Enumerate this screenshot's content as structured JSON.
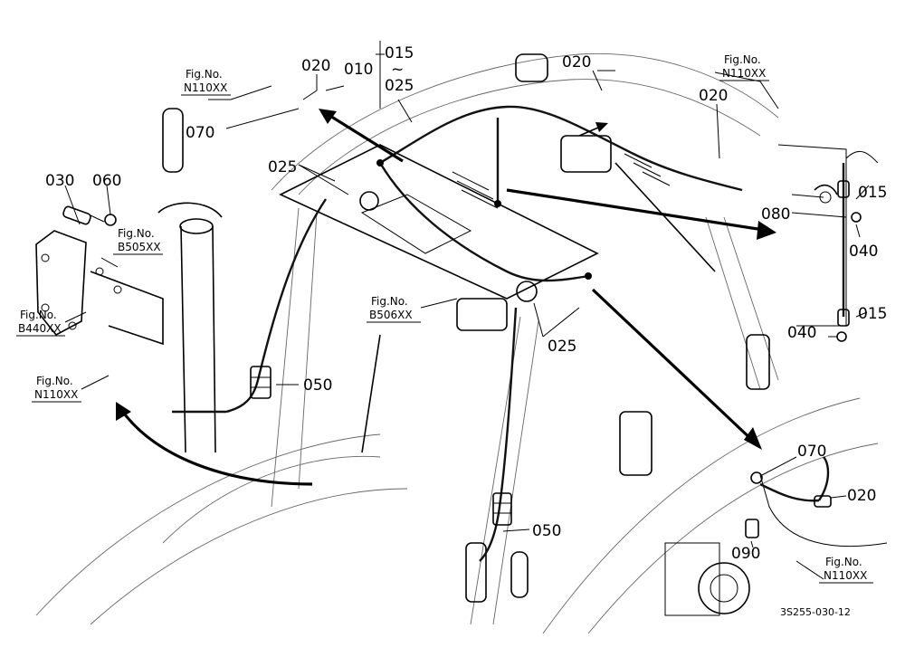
{
  "drawing_code": "3S255-030-12",
  "fig_refs": {
    "top_left": {
      "prefix": "Fig.No.",
      "code": "N110XX"
    },
    "top_right": {
      "prefix": "Fig.No.",
      "code": "N110XX"
    },
    "left_inset_b505": {
      "prefix": "Fig.No.",
      "code": "B505XX"
    },
    "left_inset_b440": {
      "prefix": "Fig.No.",
      "code": "B440XX"
    },
    "left_inset_n110": {
      "prefix": "Fig.No.",
      "code": "N110XX"
    },
    "center_b506": {
      "prefix": "Fig.No.",
      "code": "B506XX"
    },
    "bottom_right": {
      "prefix": "Fig.No.",
      "code": "N110XX"
    }
  },
  "part_range": {
    "from": "015",
    "tilde": "~",
    "to": "025",
    "group": "010"
  },
  "parts": {
    "p020_top": "020",
    "p070_top": "070",
    "p025_left": "025",
    "p030": "030",
    "p060": "060",
    "p020_topright_a": "020",
    "p020_topright_b": "020",
    "p015_a": "015",
    "p080": "080",
    "p040_a": "040",
    "p015_b": "015",
    "p040_b": "040",
    "p025_right": "025",
    "p050_left": "050",
    "p070_bottom": "070",
    "p020_bottom": "020",
    "p050_bottom": "050",
    "p090": "090"
  }
}
